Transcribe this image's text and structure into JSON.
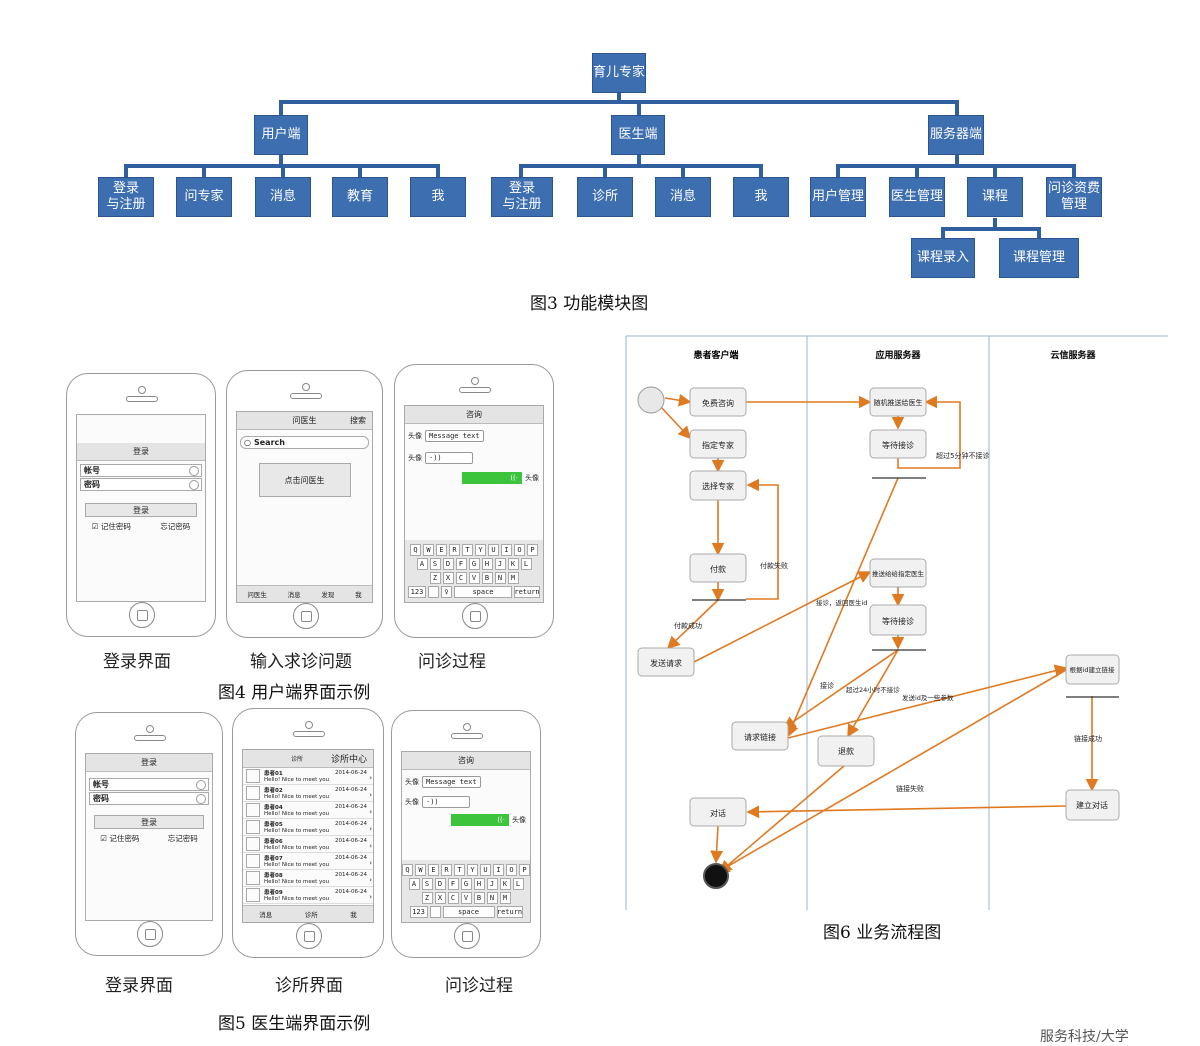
{
  "fig3": {
    "root": "育儿专家",
    "level1": [
      "用户端",
      "医生端",
      "服务器端"
    ],
    "user_children": [
      "登录\n与注册",
      "问专家",
      "消息",
      "教育",
      "我"
    ],
    "doctor_children": [
      "登录\n与注册",
      "诊所",
      "消息",
      "我"
    ],
    "server_children": [
      "用户管理",
      "医生管理",
      "课程",
      "问诊资费\n管理"
    ],
    "course_children": [
      "课程录入",
      "课程管理"
    ],
    "caption": "图3  功能模块图"
  },
  "fig4": {
    "caption": "图4  用户端界面示例",
    "labels": [
      "登录界面",
      "输入求诊问题",
      "问诊过程"
    ],
    "login": {
      "title": "登录",
      "account": "帐号",
      "password": "密码",
      "button": "登录",
      "remember": "☑ 记住密码",
      "forgot": "忘记密码"
    },
    "ask": {
      "title": "问医生",
      "action": "搜索",
      "search": "Search",
      "button": "点击问医生",
      "tabs": [
        "问医生",
        "消息",
        "发现",
        "我"
      ]
    },
    "chat": {
      "title": "咨询",
      "head": "头像",
      "message": "Message text",
      "voice": "·))",
      "reply": "((·",
      "keys_row1": [
        "Q",
        "W",
        "E",
        "R",
        "T",
        "Y",
        "U",
        "I",
        "O",
        "P"
      ],
      "keys_row2": [
        "A",
        "S",
        "D",
        "F",
        "G",
        "H",
        "J",
        "K",
        "L"
      ],
      "keys_row3": [
        "Z",
        "X",
        "C",
        "V",
        "B",
        "N",
        "M"
      ],
      "k123": "123",
      "space": "space",
      "ret": "return"
    }
  },
  "fig5": {
    "caption": "图5  医生端界面示例",
    "labels": [
      "登录界面",
      "诊所界面",
      "问诊过程"
    ],
    "clinic": {
      "title": "诊所中心",
      "top_left": "诊所",
      "items": [
        {
          "name": "患者01",
          "msg": "Hello! Nice to meet you",
          "date": "2014-06-24"
        },
        {
          "name": "患者02",
          "msg": "Hello! Nice to meet you",
          "date": "2014-06-24"
        },
        {
          "name": "患者04",
          "msg": "Hello! Nice to meet you",
          "date": "2014-06-24"
        },
        {
          "name": "患者05",
          "msg": "Hello! Nice to meet you",
          "date": "2014-06-24"
        },
        {
          "name": "患者06",
          "msg": "Hello! Nice to meet you",
          "date": "2014-06-24"
        },
        {
          "name": "患者07",
          "msg": "Hello! Nice to meet you",
          "date": "2014-06-24"
        },
        {
          "name": "患者08",
          "msg": "Hello! Nice to meet you",
          "date": "2014-06-24"
        },
        {
          "name": "患者09",
          "msg": "Hello! Nice to meet you",
          "date": "2014-06-24"
        }
      ],
      "tabs": [
        "消息",
        "诊所",
        "我"
      ]
    }
  },
  "fig6": {
    "caption": "图6  业务流程图",
    "lanes": [
      "患者客户端",
      "应用服务器",
      "云信服务器"
    ],
    "nodes": {
      "free": "免费咨询",
      "designate": "指定专家",
      "choose": "选择专家",
      "pay": "付款",
      "send": "发送请求",
      "reqlink": "请求链接",
      "dialog": "对话",
      "push_random": "随机推送给医生",
      "wait1": "等待接诊",
      "push_designated": "推送给给指定医生",
      "wait2": "等待接诊",
      "refund": "退款",
      "build_link": "根据id建立链接",
      "build_dialog": "建立对话"
    },
    "edges": {
      "timeout5": "超过5分钟不接诊",
      "payfail": "付款失败",
      "paysuccess": "付款成功",
      "accept_return": "接诊，返回医生id",
      "accept": "接诊",
      "timeout24": "超过24小时不接诊",
      "send_params": "发送id及一些参数",
      "link_ok": "链接成功",
      "link_fail": "链接失败"
    }
  },
  "corner_text": "服务科技/大学"
}
